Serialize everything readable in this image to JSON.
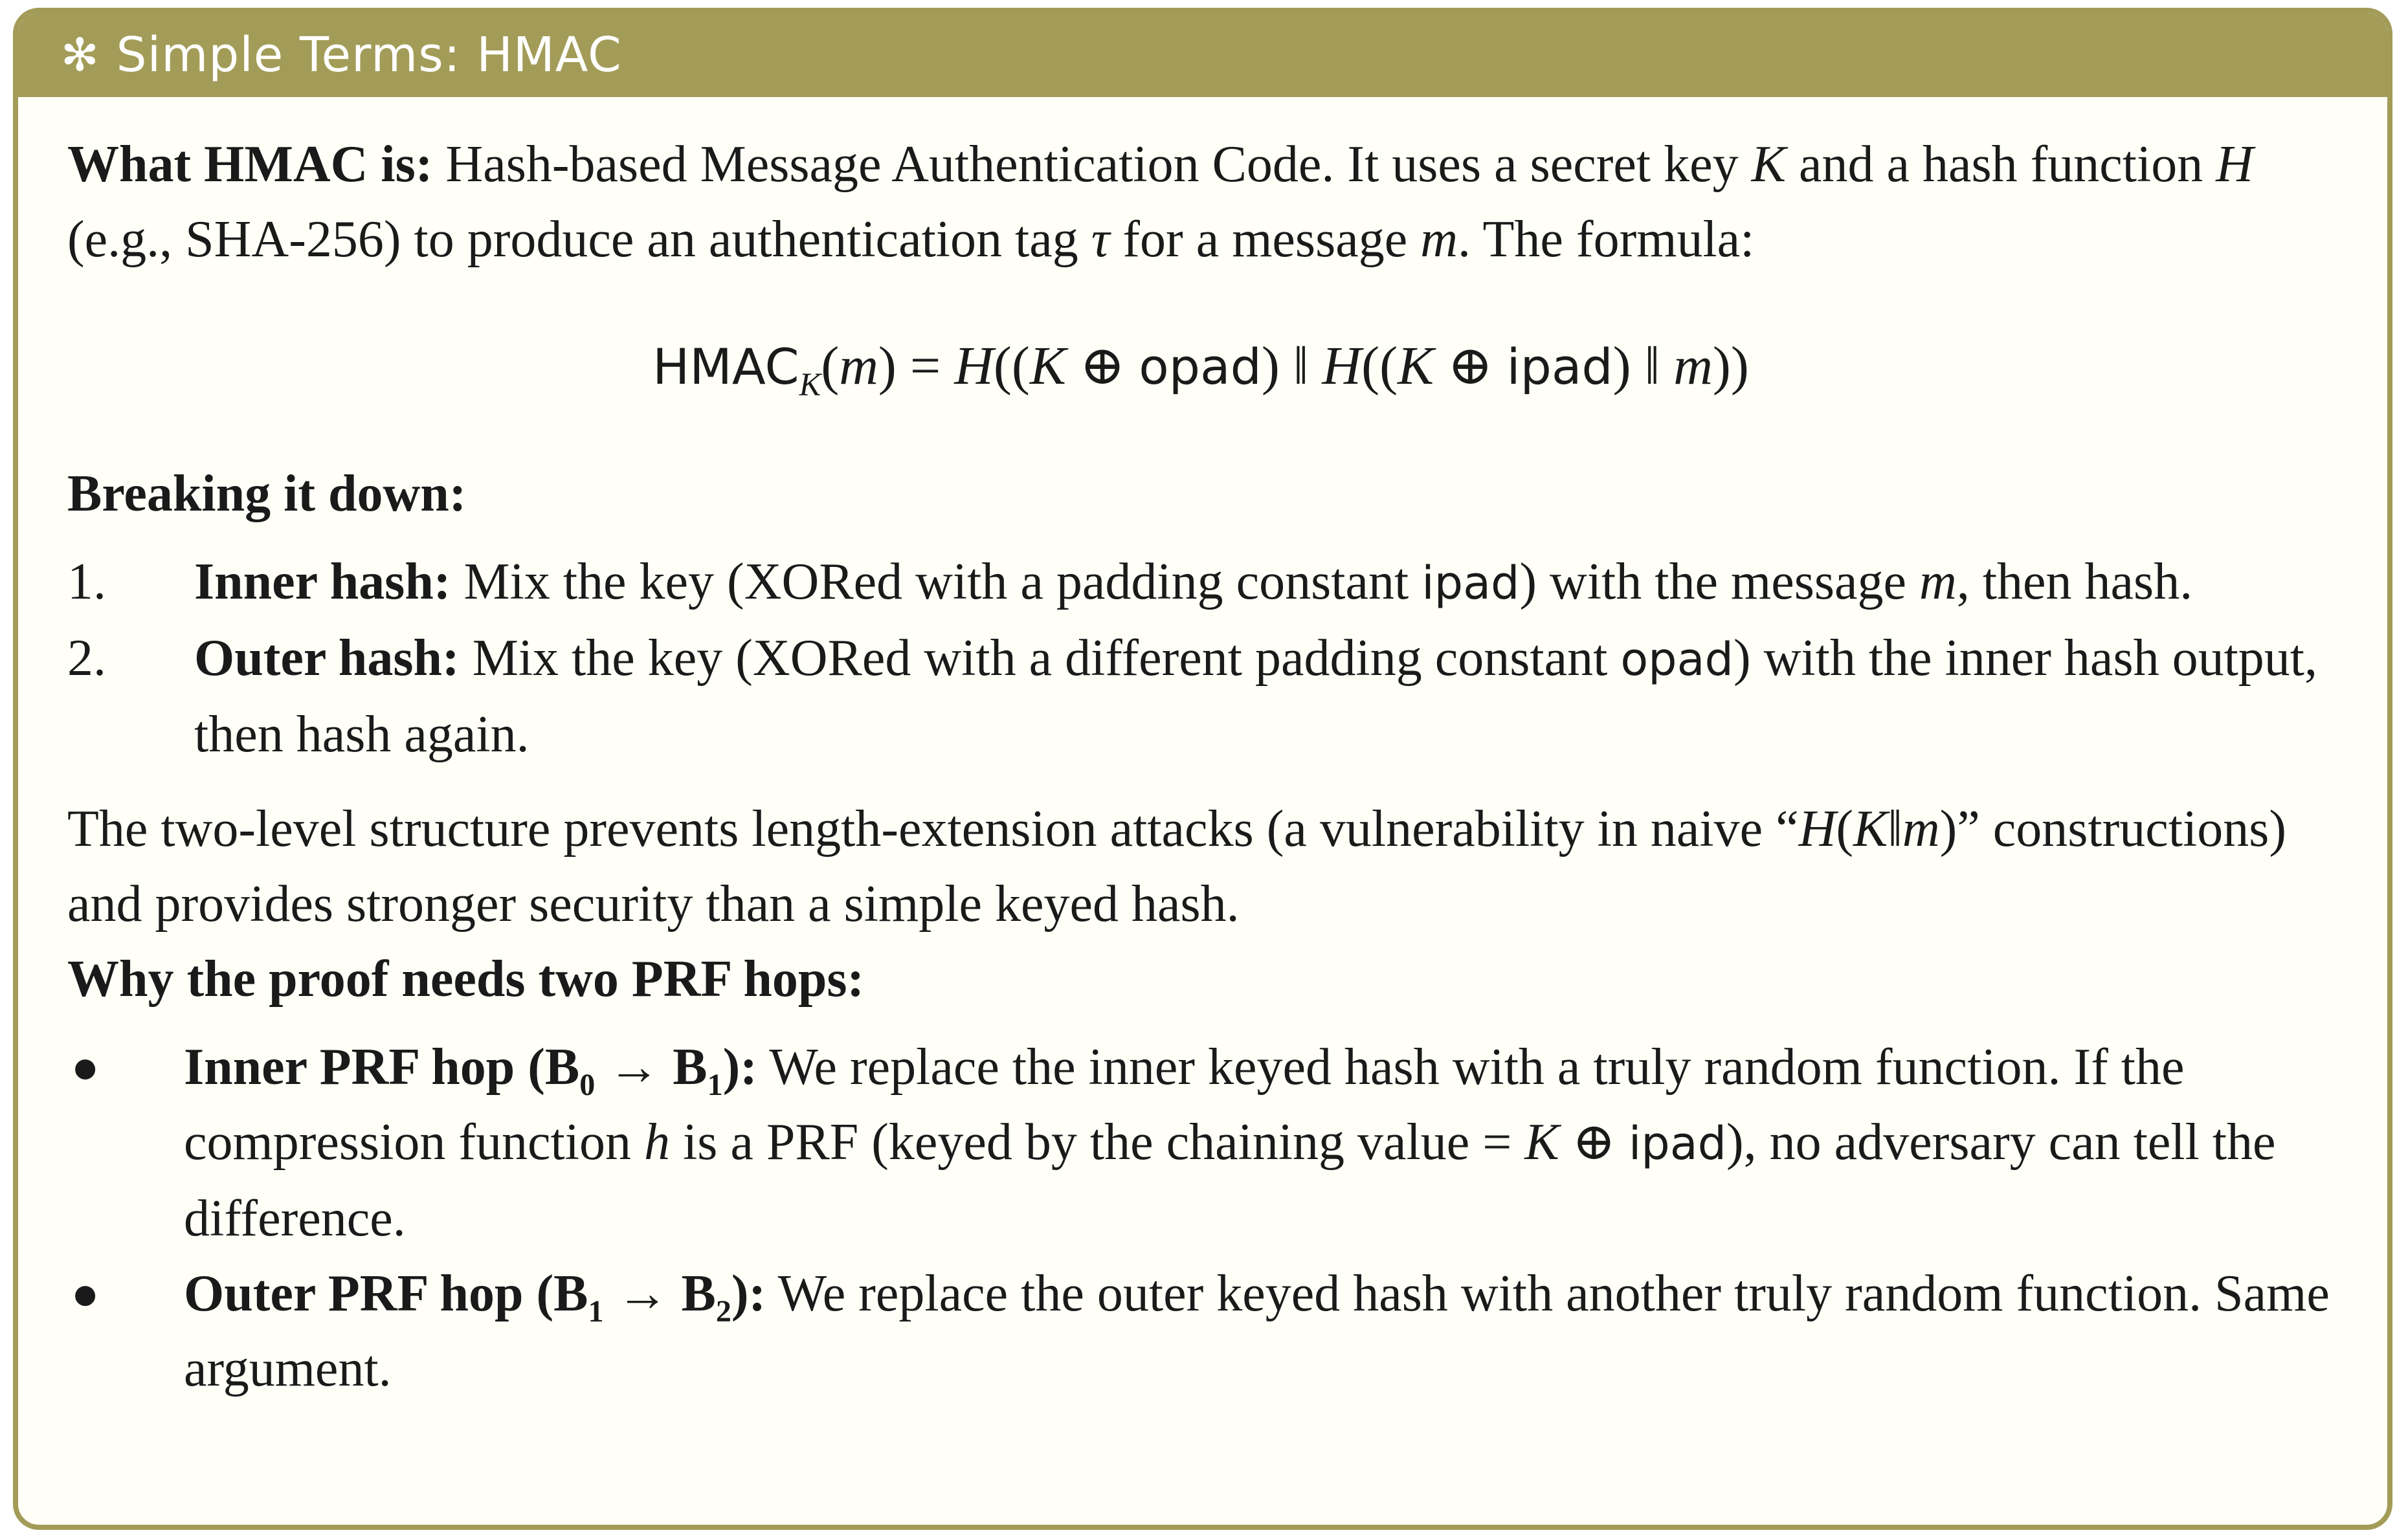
{
  "box": {
    "header_icon": "asterisk-icon",
    "title": "Simple Terms: HMAC",
    "accent_color": "#a39c58"
  },
  "intro": {
    "label": "What HMAC is:",
    "text_1": " Hash-based Message Authentication Code. It uses a secret key ",
    "var_K": "K",
    "text_2": " and a hash function ",
    "var_H": "H",
    "text_3": " (e.g., SHA-256) to produce an authentication tag ",
    "var_tau": "τ",
    "text_4": " for a message ",
    "var_m": "m",
    "text_5": ". The formula:"
  },
  "formula": {
    "hmac": "HMAC",
    "sub_K": "K",
    "lparen_m": "(",
    "m": "m",
    "rparen_eq": ") = ",
    "H1": "H",
    "open1": "((",
    "K1": "K",
    "xor1": " ⊕ ",
    "opad": "opad",
    "mid1": ") ‖ ",
    "H2": "H",
    "open2": "((",
    "K2": "K",
    "xor2": " ⊕ ",
    "ipad": "ipad",
    "mid2": ") ‖ ",
    "m2": "m",
    "close": "))"
  },
  "breakdown": {
    "heading": "Breaking it down:",
    "items": [
      {
        "num": "1.",
        "label": "Inner hash:",
        "text_1": " Mix the key (XORed with a padding constant ",
        "code": "ipad",
        "text_2": ") with the message ",
        "var": "m",
        "text_3": ", then hash."
      },
      {
        "num": "2.",
        "label": "Outer hash:",
        "text_1": " Mix the key (XORed with a different padding constant ",
        "code": "opad",
        "text_2": ") with the inner hash output, then hash again."
      }
    ]
  },
  "structure": {
    "text_1": "The two-level structure prevents length-extension attacks (a vulnerability in naive “",
    "expr_H": "H",
    "expr_open": "(",
    "expr_K": "K",
    "expr_bar": "‖",
    "expr_m": "m",
    "expr_close": ")",
    "text_2": "” constructions) and provides stronger security than a simple keyed hash."
  },
  "prf": {
    "heading": "Why the proof needs two PRF hops:",
    "items": [
      {
        "bullet": "●",
        "label_1": "Inner PRF hop (B",
        "sub_a": "0",
        "arrow": " → B",
        "sub_b": "1",
        "label_2": "):",
        "text_1": " We replace the inner keyed hash with a truly random function. If the compression function ",
        "var_h": "h",
        "text_2": " is a PRF (keyed by the chaining value = ",
        "var_K": "K",
        "xor": " ⊕ ",
        "code": "ipad",
        "text_3": "), no adversary can tell the difference."
      },
      {
        "bullet": "●",
        "label_1": "Outer PRF hop (B",
        "sub_a": "1",
        "arrow": " → B",
        "sub_b": "2",
        "label_2": "):",
        "text_1": " We replace the outer keyed hash with another truly random function. Same argument."
      }
    ]
  }
}
